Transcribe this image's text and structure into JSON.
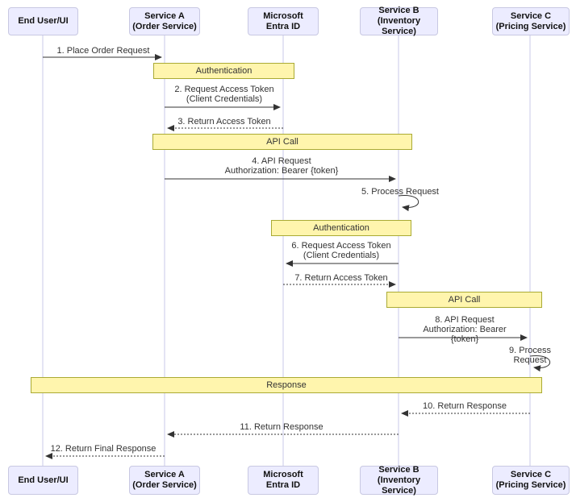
{
  "actors": [
    {
      "id": "end-user",
      "label": "End User/UI"
    },
    {
      "id": "service-a",
      "label": "Service A\n(Order Service)"
    },
    {
      "id": "entra-id",
      "label": "Microsoft\nEntra ID"
    },
    {
      "id": "service-b",
      "label": "Service B\n(Inventory Service)"
    },
    {
      "id": "service-c",
      "label": "Service C\n(Pricing Service)"
    }
  ],
  "notes": [
    {
      "label": "Authentication",
      "over": [
        "Service A (Order Service)",
        "Microsoft Entra ID"
      ]
    },
    {
      "label": "API Call",
      "over": [
        "Service A (Order Service)",
        "Service B (Inventory Service)"
      ]
    },
    {
      "label": "Authentication",
      "over": [
        "Microsoft Entra ID",
        "Service B (Inventory Service)"
      ]
    },
    {
      "label": "API Call",
      "over": [
        "Service B (Inventory Service)",
        "Service C (Pricing Service)"
      ]
    },
    {
      "label": "Response",
      "over": [
        "End User/UI",
        "Service C (Pricing Service)"
      ]
    }
  ],
  "messages": [
    {
      "label": "1. Place Order Request",
      "from": "End User/UI",
      "to": "Service A (Order Service)",
      "line": "solid"
    },
    {
      "label": "2. Request Access Token\n(Client Credentials)",
      "from": "Service A (Order Service)",
      "to": "Microsoft Entra ID",
      "line": "solid"
    },
    {
      "label": "3. Return Access Token",
      "from": "Microsoft Entra ID",
      "to": "Service A (Order Service)",
      "line": "dotted"
    },
    {
      "label": "4. API Request\nAuthorization: Bearer {token}",
      "from": "Service A (Order Service)",
      "to": "Service B (Inventory Service)",
      "line": "solid"
    },
    {
      "label": "5. Process Request",
      "from": "Service B (Inventory Service)",
      "to": "Service B (Inventory Service)",
      "line": "self-loop"
    },
    {
      "label": "6. Request Access Token\n(Client Credentials)",
      "from": "Service B (Inventory Service)",
      "to": "Microsoft Entra ID",
      "line": "solid"
    },
    {
      "label": "7. Return Access Token",
      "from": "Microsoft Entra ID",
      "to": "Service B (Inventory Service)",
      "line": "dotted"
    },
    {
      "label": "8. API Request\nAuthorization: Bearer {token}",
      "from": "Service B (Inventory Service)",
      "to": "Service C (Pricing Service)",
      "line": "solid"
    },
    {
      "label": "9. Process Request",
      "from": "Service C (Pricing Service)",
      "to": "Service C (Pricing Service)",
      "line": "self-loop"
    },
    {
      "label": "10. Return Response",
      "from": "Service C (Pricing Service)",
      "to": "Service B (Inventory Service)",
      "line": "dotted"
    },
    {
      "label": "11. Return Response",
      "from": "Service B (Inventory Service)",
      "to": "Service A (Order Service)",
      "line": "dotted"
    },
    {
      "label": "12. Return Final Response",
      "from": "Service A (Order Service)",
      "to": "End User/UI",
      "line": "dotted"
    }
  ],
  "colors": {
    "actor_fill": "#ECECFF",
    "actor_border": "#C8C8E2",
    "note_fill": "#FFF5AD",
    "note_border": "#AAAA33",
    "line_color": "#333333",
    "lifeline_color": "#C9C9E8",
    "text_color": "#333333"
  }
}
